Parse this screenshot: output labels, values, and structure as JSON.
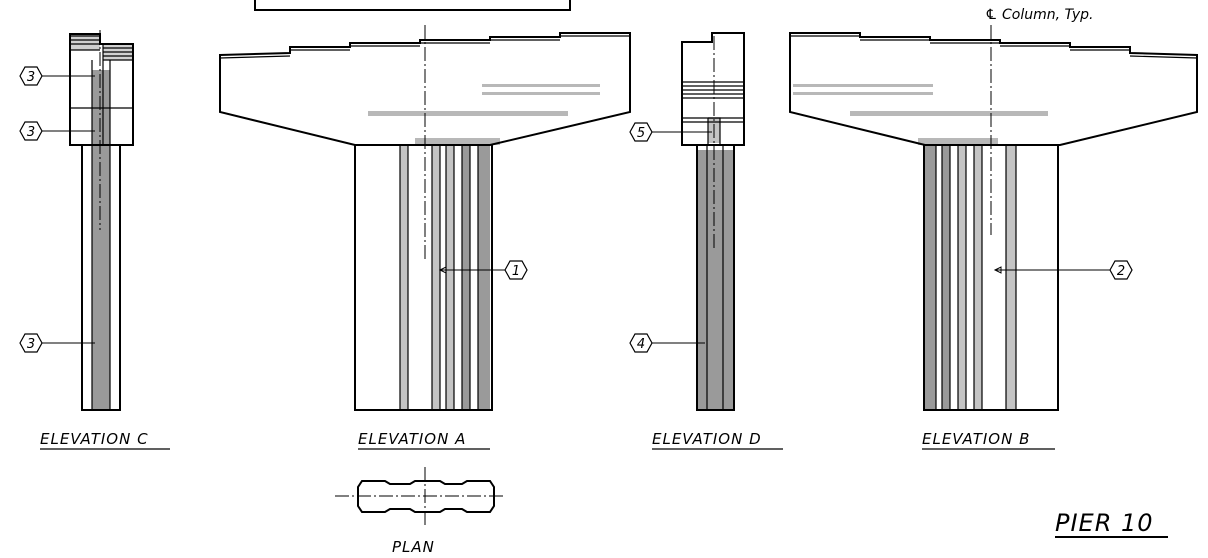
{
  "sheet_title": "PIER 10",
  "centerline_note": "℄ Column, Typ.",
  "views": {
    "elevation_c": "ELEVATION C",
    "elevation_a": "ELEVATION A",
    "elevation_d": "ELEVATION D",
    "elevation_b": "ELEVATION B",
    "plan": "PLAN"
  },
  "callouts": {
    "c_top": "3",
    "c_mid": "3",
    "c_low": "3",
    "a": "1",
    "d_top": "5",
    "d_low": "4",
    "b": "2"
  },
  "colors": {
    "line": "#000000",
    "dark_fill": "#9a9a9a",
    "light_fill": "#c4c4c4"
  }
}
